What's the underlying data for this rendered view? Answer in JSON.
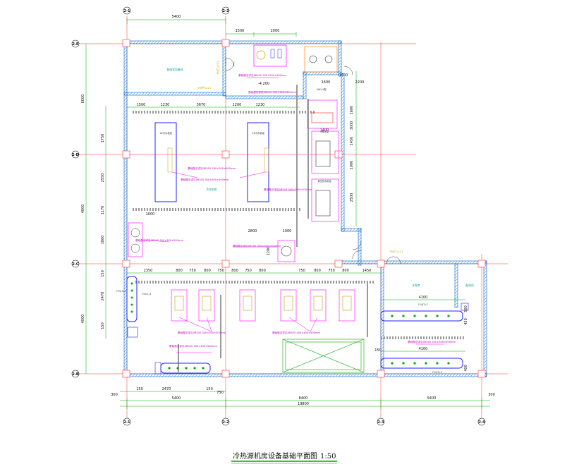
{
  "title": "冷热源机房设备基础平面图",
  "scale": "1:50",
  "axes": {
    "columns": [
      "2-1",
      "2-2",
      "2-3",
      "2-4"
    ],
    "rows": [
      "2-B",
      "2-C",
      "2-D",
      "2-E"
    ]
  },
  "dimensions": {
    "top_span": "5400",
    "top_sub": [
      "1500",
      "2000"
    ],
    "left": [
      "6000",
      "4000",
      "4000"
    ],
    "left_small": [
      "1750",
      "2550",
      "1170",
      "1860",
      "150",
      "2470",
      "150"
    ],
    "row_a": [
      "1500",
      "1230",
      "3670",
      "1200",
      "1230"
    ],
    "row_b": [
      "2350",
      "800",
      "750",
      "800",
      "750",
      "800",
      "750",
      "800",
      "750",
      "800",
      "750",
      "800",
      "1450"
    ],
    "mid": [
      "2800",
      "1000",
      "1000",
      "1200"
    ],
    "bottom_row1": [
      "150",
      "2470",
      "150",
      "750"
    ],
    "bottom_row2": [
      "5400",
      "8400",
      "5400"
    ],
    "bottom_total": "19800",
    "bottom_side": [
      "300",
      "300"
    ],
    "right": [
      "1600",
      "2200",
      "1600",
      "3000",
      "1400",
      "1450",
      "1000",
      "2500",
      "4100",
      "4100",
      "500",
      "400",
      "150",
      "450",
      "1400"
    ]
  },
  "labels": {
    "room_upper_left": "配电室设备间",
    "room_lower_right": "水泵房",
    "room_far_right": "配电间",
    "room_mid": "冷冻机房",
    "door_fm1": "FM甲1221",
    "door_fm2": "FM乙1221",
    "door_fm3": "FM乙1221",
    "level": "-4.200",
    "pump_top": "WXL-K型",
    "tag_line": "基础做法详见0R505 300×300×500mm",
    "chiller": "1#冷水机组",
    "chiller2": "2#冷水机组",
    "pump_unit": "冷却水泵",
    "boiler": "真空热水机组",
    "tank_label": "F10(1)-1",
    "tank_label2": "F10(2)-2",
    "tank_label3": "F10(3)-3"
  },
  "colors": {
    "wall": "#0066cc",
    "grid": "#ff2222",
    "equip": "#ff00ff",
    "dim": "#00aa00",
    "unit": "#2222ff"
  }
}
